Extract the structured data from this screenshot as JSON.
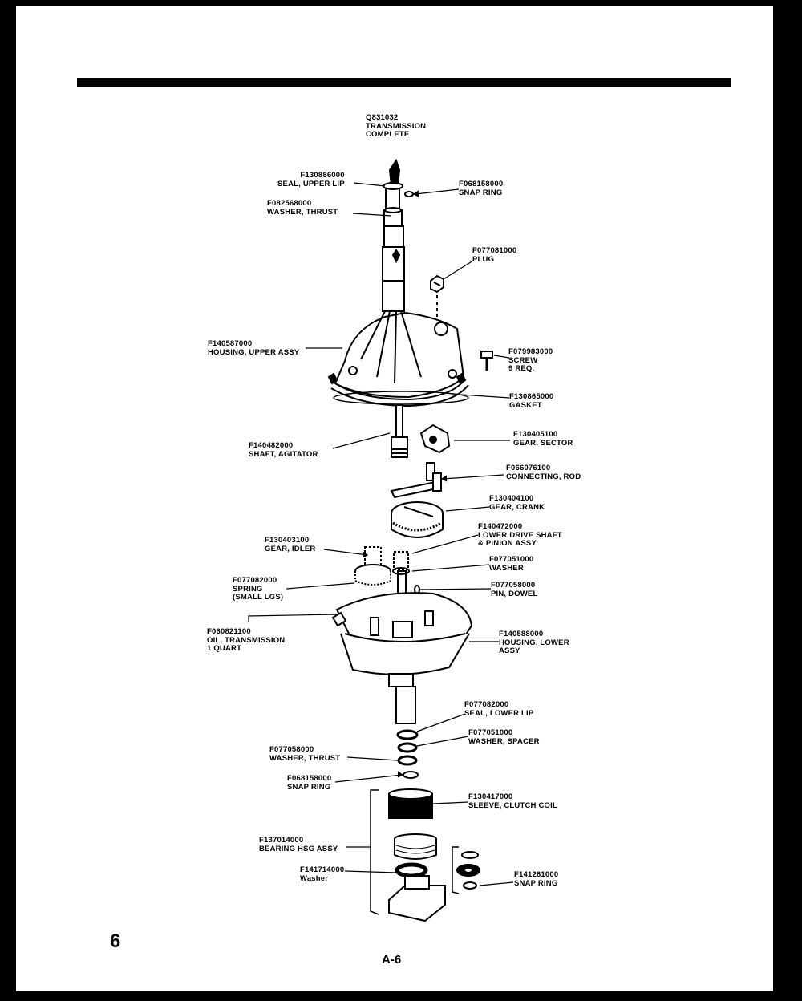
{
  "header": {
    "code": "Q831032",
    "line1": "TRANSMISSION",
    "line2": "COMPLETE"
  },
  "parts": [
    {
      "id": "seal-upper-lip",
      "number": "F130886000",
      "desc": [
        "SEAL, UPPER LIP"
      ]
    },
    {
      "id": "snap-ring-top",
      "number": "F068158000",
      "desc": [
        "SNAP RING"
      ]
    },
    {
      "id": "washer-thrust-top",
      "number": "F082568000",
      "desc": [
        "WASHER, THRUST"
      ]
    },
    {
      "id": "plug",
      "number": "F077081000",
      "desc": [
        "PLUG"
      ]
    },
    {
      "id": "housing-upper",
      "number": "F140587000",
      "desc": [
        "HOUSING, UPPER ASSY"
      ]
    },
    {
      "id": "screw",
      "number": "F079983000",
      "desc": [
        "SCREW",
        "9 REQ."
      ]
    },
    {
      "id": "gasket",
      "number": "F130865000",
      "desc": [
        "GASKET"
      ]
    },
    {
      "id": "gear-sector",
      "number": "F130405100",
      "desc": [
        "GEAR, SECTOR"
      ]
    },
    {
      "id": "shaft-agitator",
      "number": "F140482000",
      "desc": [
        "SHAFT, AGITATOR"
      ]
    },
    {
      "id": "connecting-rod",
      "number": "F066076100",
      "desc": [
        "CONNECTING, ROD"
      ]
    },
    {
      "id": "gear-crank",
      "number": "F130404100",
      "desc": [
        "GEAR, CRANK"
      ]
    },
    {
      "id": "lower-drive-shaft",
      "number": "F140472000",
      "desc": [
        "LOWER DRIVE SHAFT",
        "& PINION ASSY"
      ]
    },
    {
      "id": "gear-idler",
      "number": "F130403100",
      "desc": [
        "GEAR, IDLER"
      ]
    },
    {
      "id": "washer-mid",
      "number": "F077051000",
      "desc": [
        "WASHER"
      ]
    },
    {
      "id": "spring",
      "number": "F077082000",
      "desc": [
        "SPRING",
        "(SMALL LGS)"
      ]
    },
    {
      "id": "pin-dowel",
      "number": "F077058000",
      "desc": [
        "PIN, DOWEL"
      ]
    },
    {
      "id": "oil",
      "number": "F060821100",
      "desc": [
        "OIL, TRANSMISSION",
        "1 QUART"
      ]
    },
    {
      "id": "housing-lower",
      "number": "F140588000",
      "desc": [
        "HOUSING, LOWER",
        "ASSY"
      ]
    },
    {
      "id": "seal-lower-lip",
      "number": "F077082000",
      "desc": [
        "SEAL, LOWER LIP"
      ]
    },
    {
      "id": "washer-spacer",
      "number": "F077051000",
      "desc": [
        "WASHER, SPACER"
      ]
    },
    {
      "id": "washer-thrust-low",
      "number": "F077058000",
      "desc": [
        "WASHER, THRUST"
      ]
    },
    {
      "id": "snap-ring-low",
      "number": "F068158000",
      "desc": [
        "SNAP RING"
      ]
    },
    {
      "id": "sleeve-clutch",
      "number": "F130417000",
      "desc": [
        "SLEEVE, CLUTCH COIL"
      ]
    },
    {
      "id": "bearing-hsg",
      "number": "F137014000",
      "desc": [
        "BEARING HSG ASSY"
      ]
    },
    {
      "id": "washer-bottom",
      "number": "F141714000",
      "desc": [
        "Washer"
      ]
    },
    {
      "id": "snap-ring-bottom",
      "number": "F141261000",
      "desc": [
        "SNAP RING"
      ]
    }
  ],
  "footer": {
    "page_number": "6",
    "page_code": "A-6"
  }
}
